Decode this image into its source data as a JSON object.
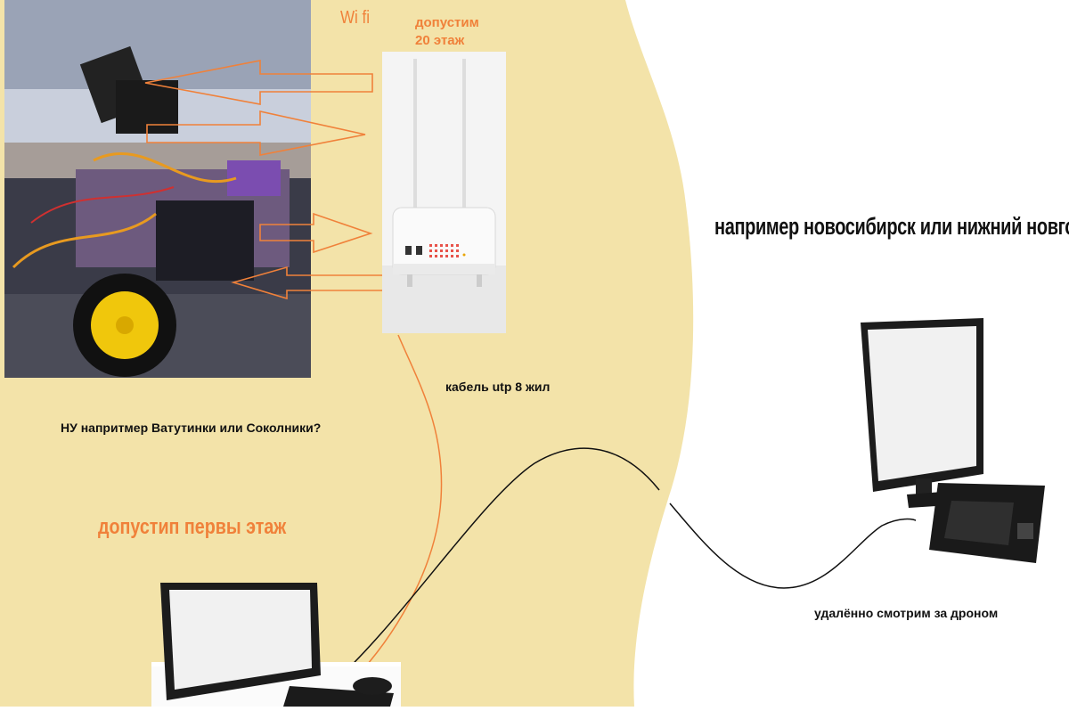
{
  "labels": {
    "wifi": "Wi fi",
    "floor20_line1": "допустим",
    "floor20_line2": "20 этаж",
    "cable": "кабель utp 8 жил",
    "local_place": "НУ напритмер  Ватутинки   или Соколники?",
    "first_floor": "допустип первы этаж",
    "remote_city": "например новосибирск или нижний новгород",
    "remote_view": "удалённо смотрим  за  дроном"
  },
  "colors": {
    "beige": "#f3e3a9",
    "orange": "#f0813a",
    "text": "#111111",
    "cable_line": "#111111"
  }
}
